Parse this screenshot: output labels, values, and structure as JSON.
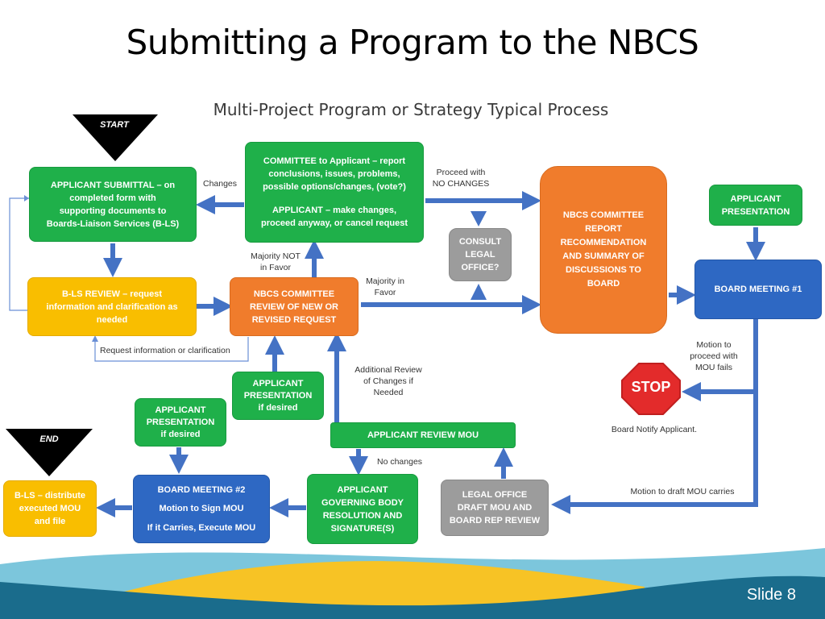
{
  "slide": {
    "title": "Submitting a Program to the NBCS",
    "diagram_title": "Multi-Project Program or Strategy Typical Process",
    "slide_label": "Slide",
    "slide_number": "8"
  },
  "flow": {
    "start": "START",
    "end": "END",
    "stop": "STOP",
    "boxes": {
      "applicant_submittal": [
        "APPLICANT SUBMITTAL – on",
        "completed form with",
        "supporting documents to",
        "Boards-Liaison Services (B-LS)"
      ],
      "bls_review": [
        "B-LS REVIEW – request",
        "information and clarification as",
        "needed"
      ],
      "committee_to_applicant": [
        "COMMITTEE to Applicant – report",
        "conclusions, issues, problems,",
        "possible options/changes, (vote?)"
      ],
      "applicant_make_changes": [
        "APPLICANT – make changes,",
        "proceed anyway, or cancel request"
      ],
      "nbcs_committee_review": [
        "NBCS COMMITTEE",
        "REVIEW OF NEW OR",
        "REVISED REQUEST"
      ],
      "consult_legal": [
        "CONSULT",
        "LEGAL",
        "OFFICE?"
      ],
      "nbcs_committee_report": [
        "NBCS COMMITTEE",
        "REPORT",
        "RECOMMENDATION",
        "AND SUMMARY OF",
        "DISCUSSIONS TO",
        "BOARD"
      ],
      "applicant_presentation_top": [
        "APPLICANT",
        "PRESENTATION"
      ],
      "board_meeting_1": [
        "BOARD MEETING #1"
      ],
      "applicant_presentation_mid": [
        "APPLICANT",
        "PRESENTATION",
        "if desired"
      ],
      "applicant_presentation_low": [
        "APPLICANT",
        "PRESENTATION",
        "if desired"
      ],
      "applicant_review_mou": [
        "APPLICANT REVIEW MOU"
      ],
      "applicant_governing_body": [
        "APPLICANT",
        "GOVERNING BODY",
        "RESOLUTION AND",
        "SIGNATURE(S)"
      ],
      "legal_office_draft": [
        "LEGAL OFFICE",
        "DRAFT MOU AND",
        "BOARD REP REVIEW"
      ],
      "board_meeting_2_title": "BOARD MEETING #2",
      "board_meeting_2_line1": "Motion to Sign MOU",
      "board_meeting_2_line2": "If it Carries, Execute MOU",
      "bls_distribute": [
        "B-LS – distribute",
        "executed MOU",
        "and file"
      ]
    },
    "notes": {
      "changes": "Changes",
      "proceed_no_changes": [
        "Proceed with",
        "NO CHANGES"
      ],
      "majority_not": [
        "Majority NOT",
        "in Favor"
      ],
      "majority_in": [
        "Majority in",
        "Favor"
      ],
      "request_info": "Request information or clarification",
      "additional_review": [
        "Additional Review",
        "of Changes if",
        "Needed"
      ],
      "no_changes": "No changes",
      "motion_fails": [
        "Motion to",
        "proceed with",
        "MOU fails"
      ],
      "board_notify": "Board Notify Applicant.",
      "motion_draft": "Motion to draft MOU carries"
    }
  },
  "colors": {
    "green": "#1fb04a",
    "yellow": "#f9be00",
    "orange": "#f07c2c",
    "blue": "#2e68c3",
    "grey": "#9c9c9c",
    "stop_red": "#e32b2b",
    "arrow": "#4472c4"
  }
}
